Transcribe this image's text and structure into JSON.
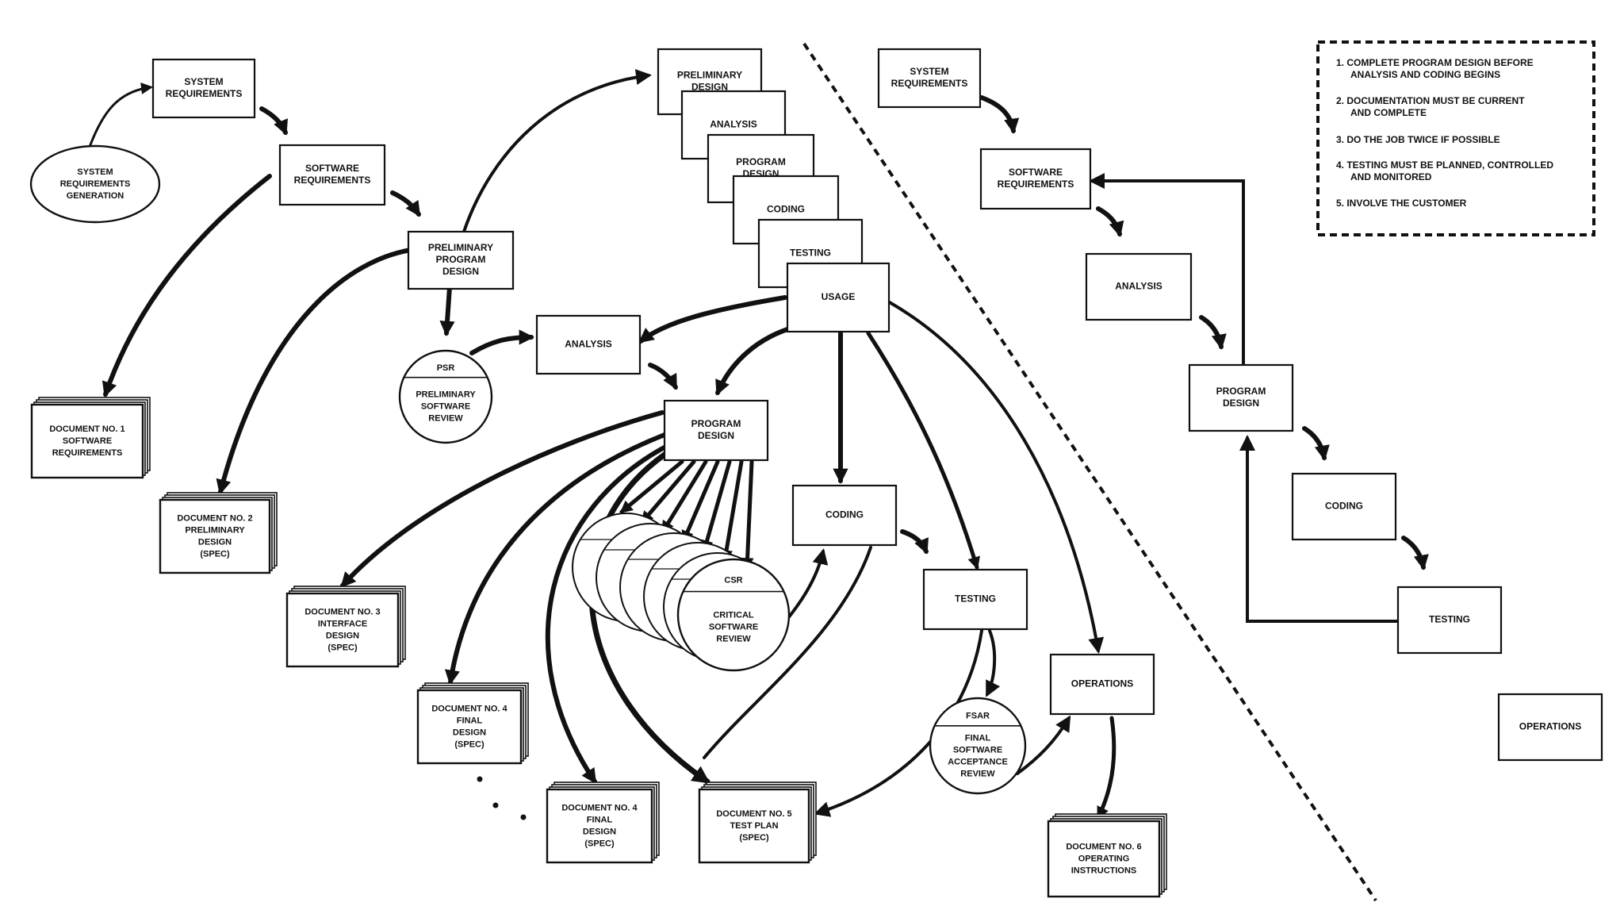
{
  "boxes": {
    "sys_req": [
      "SYSTEM",
      "REQUIREMENTS"
    ],
    "sw_req": [
      "SOFTWARE",
      "REQUIREMENTS"
    ],
    "prelim_prog_design": [
      "PRELIMINARY",
      "PROGRAM",
      "DESIGN"
    ],
    "stack_prelim_design": [
      "PRELIMINARY",
      "DESIGN"
    ],
    "stack_analysis": [
      "ANALYSIS"
    ],
    "stack_prog_design": [
      "PROGRAM",
      "DESIGN"
    ],
    "stack_coding": [
      "CODING"
    ],
    "stack_testing": [
      "TESTING"
    ],
    "usage": [
      "USAGE"
    ],
    "analysis": [
      "ANALYSIS"
    ],
    "program_design": [
      "PROGRAM",
      "DESIGN"
    ],
    "coding": [
      "CODING"
    ],
    "testing": [
      "TESTING"
    ],
    "operations": [
      "OPERATIONS"
    ],
    "r_sys_req": [
      "SYSTEM",
      "REQUIREMENTS"
    ],
    "r_sw_req": [
      "SOFTWARE",
      "REQUIREMENTS"
    ],
    "r_analysis": [
      "ANALYSIS"
    ],
    "r_prog_design": [
      "PROGRAM",
      "DESIGN"
    ],
    "r_coding": [
      "CODING"
    ],
    "r_testing": [
      "TESTING"
    ],
    "r_operations": [
      "OPERATIONS"
    ]
  },
  "ellipse": [
    "SYSTEM",
    "REQUIREMENTS",
    "GENERATION"
  ],
  "reviews": {
    "psr": {
      "abbr": "PSR",
      "lines": [
        "PRELIMINARY",
        "SOFTWARE",
        "REVIEW"
      ]
    },
    "csr": {
      "abbr": "CSR",
      "lines": [
        "CRITICAL",
        "SOFTWARE",
        "REVIEW"
      ]
    },
    "fsar": {
      "abbr": "FSAR",
      "lines": [
        "FINAL",
        "SOFTWARE",
        "ACCEPTANCE",
        "REVIEW"
      ]
    }
  },
  "documents": {
    "doc1": [
      "DOCUMENT NO. 1",
      "SOFTWARE",
      "REQUIREMENTS"
    ],
    "doc2": [
      "DOCUMENT NO. 2",
      "PRELIMINARY",
      "DESIGN",
      "(SPEC)"
    ],
    "doc3": [
      "DOCUMENT NO. 3",
      "INTERFACE",
      "DESIGN",
      "(SPEC)"
    ],
    "doc4a": [
      "DOCUMENT NO. 4",
      "FINAL",
      "DESIGN",
      "(SPEC)"
    ],
    "doc4b": [
      "DOCUMENT NO. 4",
      "FINAL",
      "DESIGN",
      "(SPEC)"
    ],
    "doc5": [
      "DOCUMENT NO. 5",
      "TEST PLAN",
      "(SPEC)"
    ],
    "doc6": [
      "DOCUMENT NO. 6",
      "OPERATING",
      "INSTRUCTIONS"
    ]
  },
  "rules": [
    [
      "1.  COMPLETE PROGRAM DESIGN BEFORE",
      "ANALYSIS AND CODING BEGINS"
    ],
    [
      "2.  DOCUMENTATION MUST BE CURRENT",
      "AND COMPLETE"
    ],
    [
      "3.  DO THE JOB TWICE IF POSSIBLE"
    ],
    [
      "4.  TESTING MUST BE PLANNED, CONTROLLED",
      "AND MONITORED"
    ],
    [
      "5.  INVOLVE THE CUSTOMER"
    ]
  ]
}
